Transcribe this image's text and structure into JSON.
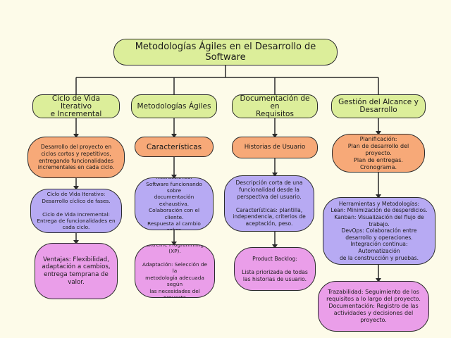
{
  "title": "Metodologías Ágiles en el Desarrollo de Software",
  "columns": [
    {
      "heading": "Ciclo de Vida Iterativo\ne Incremental",
      "nodes": [
        "Desarrollo del proyecto en\nciclos cortos y repetitivos,\nentregando funcionalidades\nincrementales en cada ciclo.",
        "Ciclo de Vida Iterativo:\nDesarrollo cíclico de fases.\n\nCiclo de Vida Incremental:\nEntrega de funcionalidades en\ncada ciclo.",
        "Ventajas: Flexibilidad,\nadaptación a cambios,\nentrega temprana de\nvalor."
      ]
    },
    {
      "heading": "Metodologías Ágiles",
      "nodes": [
        "Características",
        "Foco en el individuo y las\ninteracciones.\nSoftware funcionando sobre\ndocumentación exhaustiva.\nColaboración con el cliente.\nRespuesta al cambio sobre\nseguir un plan.",
        "Tipos: Scrum, Kanban,\nExtreme Programming (XP).\n\nAdaptación: Selección de la\nmetodología adecuada según\nlas necesidades del proyecto\ny la organización."
      ]
    },
    {
      "heading": "Documentación de en\nRequisitos",
      "nodes": [
        "Historias de Usuario",
        "Descripción corta de una\nfuncionalidad desde la\nperspectiva del usuario.\n\nCaracterísticas: plantilla,\nindependencia, criterios de\naceptación, peso.",
        "Product Backlog:\n\nLista priorizada de todas\nlas historias de usuario."
      ]
    },
    {
      "heading": "Gestión del Alcance y\nDesarrollo",
      "nodes": [
        "Planificación:\nPlan de desarrollo del\nproyecto.\nPlan de entregas.\nCronograma.",
        "Herramientas y Metodologías:\nLean: Minimización de desperdicios.\nKanban: Visualización del flujo de\ntrabajo.\nDevOps: Colaboración entre\ndesarrollo y operaciones.\nIntegración continua: Automatización\nde la construcción y pruebas.",
        "Trazabilidad: Seguimiento de los\nrequisitos a lo largo del proyecto.\nDocumentación: Registro de las\nactividades y decisiones del\nproyecto."
      ]
    }
  ],
  "colors": {
    "background": "#fdfbe9",
    "heading_fill": "#dcee9a",
    "orange_fill": "#f7a978",
    "blue_fill": "#b7aaf3",
    "pink_fill": "#ea9ee9",
    "line": "#2b2b2b"
  }
}
